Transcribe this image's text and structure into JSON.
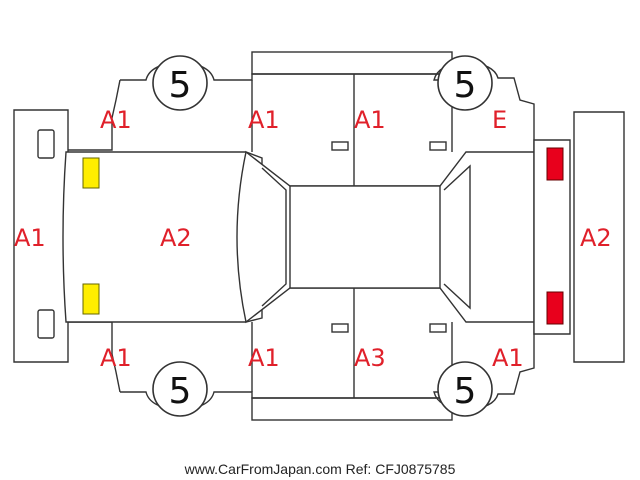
{
  "labels": {
    "front_bumper": "A1",
    "hood": "A2",
    "front_left_fender": "A1",
    "front_left_door": "A1",
    "rear_left_door": "A1",
    "rear_left_quarter": "E",
    "front_right_fender": "A1",
    "front_right_door": "A1",
    "rear_right_door": "A3",
    "rear_right_quarter": "A1",
    "tailgate": "A2"
  },
  "tires": {
    "front_left": "5",
    "rear_left": "5",
    "front_right": "5",
    "rear_right": "5"
  },
  "lights": {
    "front_color": "#ffee00",
    "rear_color": "#e8001c"
  },
  "watermark": "www.CarFromJapan.com Ref: CFJ0875785"
}
